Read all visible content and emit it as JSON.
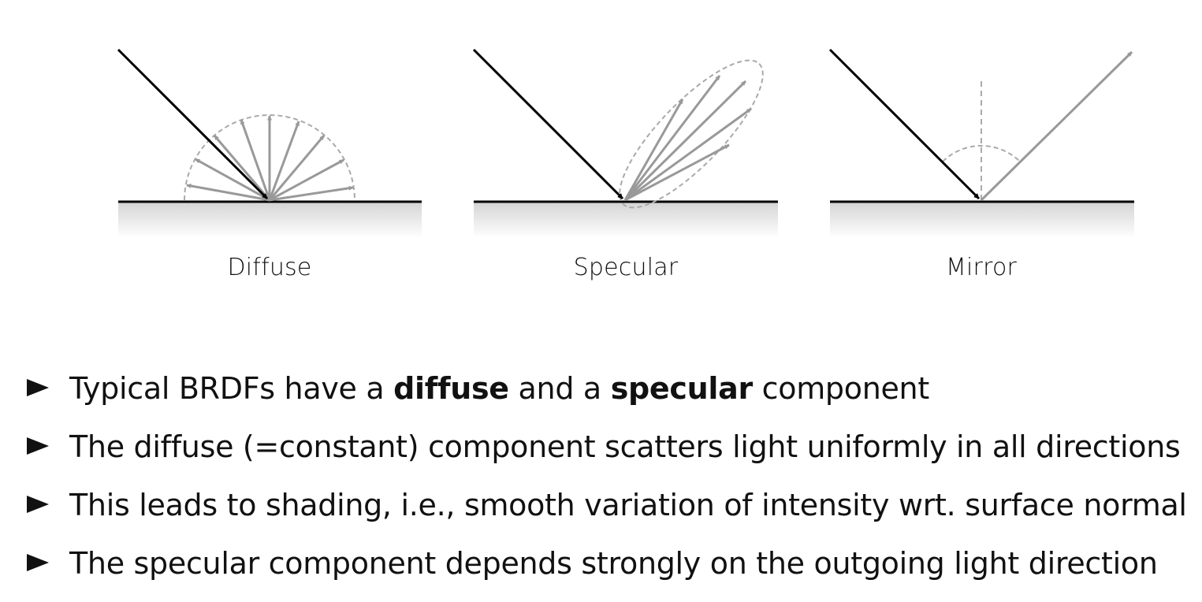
{
  "diagram": {
    "panels": [
      {
        "id": "diffuse",
        "label": "Diffuse"
      },
      {
        "id": "specular",
        "label": "Specular"
      },
      {
        "id": "mirror",
        "label": "Mirror"
      }
    ],
    "colors": {
      "incident_ray": "#000000",
      "reflected_ray": "#999999",
      "lobe_outline": "#aaaaaa",
      "surface": "#000000"
    }
  },
  "bullets": [
    {
      "parts": [
        "Typical BRDFs have a ",
        "diffuse",
        " and a ",
        "specular",
        " component"
      ]
    },
    {
      "text": "The diffuse (=constant) component scatters light uniformly in all directions"
    },
    {
      "text": "This leads to shading, i.e., smooth variation of intensity wrt. surface normal"
    },
    {
      "text": "The specular component depends strongly on the outgoing light direction"
    }
  ]
}
